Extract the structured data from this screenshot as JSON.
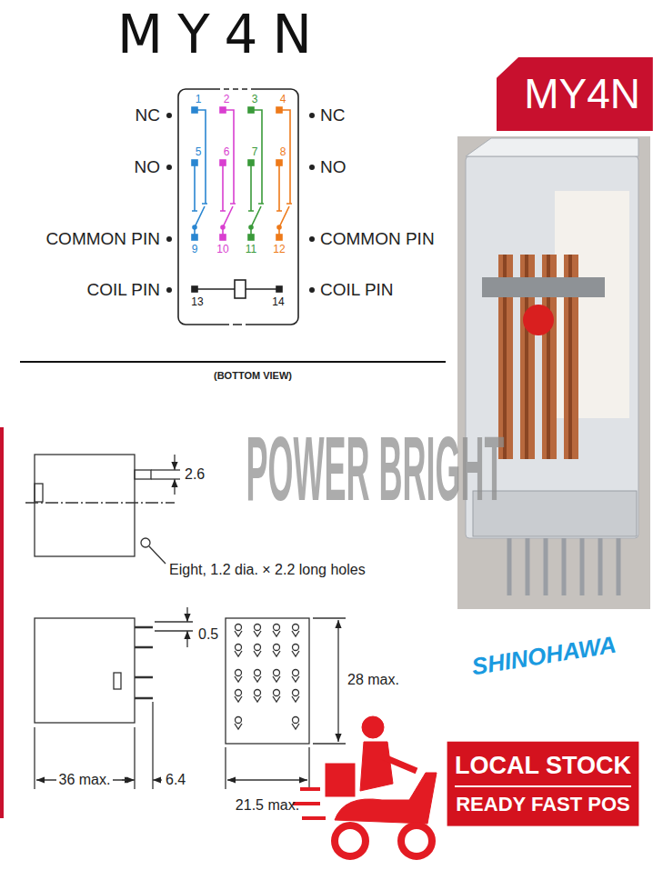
{
  "diagram": {
    "title": "MY4N",
    "nodes": [
      {
        "text": [
          "MY4N"
        ]
      },
      {
        "text": [
          "LOCAL STOCK",
          "READY FAST POS"
        ]
      }
    ],
    "labels": [
      "NC",
      "1",
      "2",
      "3",
      "4",
      "NC",
      "NO",
      "5",
      "6",
      "7",
      "8",
      "NO",
      "COMMON PIN",
      "9",
      "10",
      "11",
      "12",
      "COMMON PIN",
      "COIL PIN",
      "13",
      "14",
      "COIL PIN",
      "(BOTTOM VIEW)",
      "POWER BRIGHT",
      "2.6",
      "Eight, 1.2 dia. × 2.2 long holes",
      "0.5",
      "28 max.",
      "36 max.",
      "6.4",
      "21.5 max.",
      "SHINOHAWA"
    ]
  }
}
